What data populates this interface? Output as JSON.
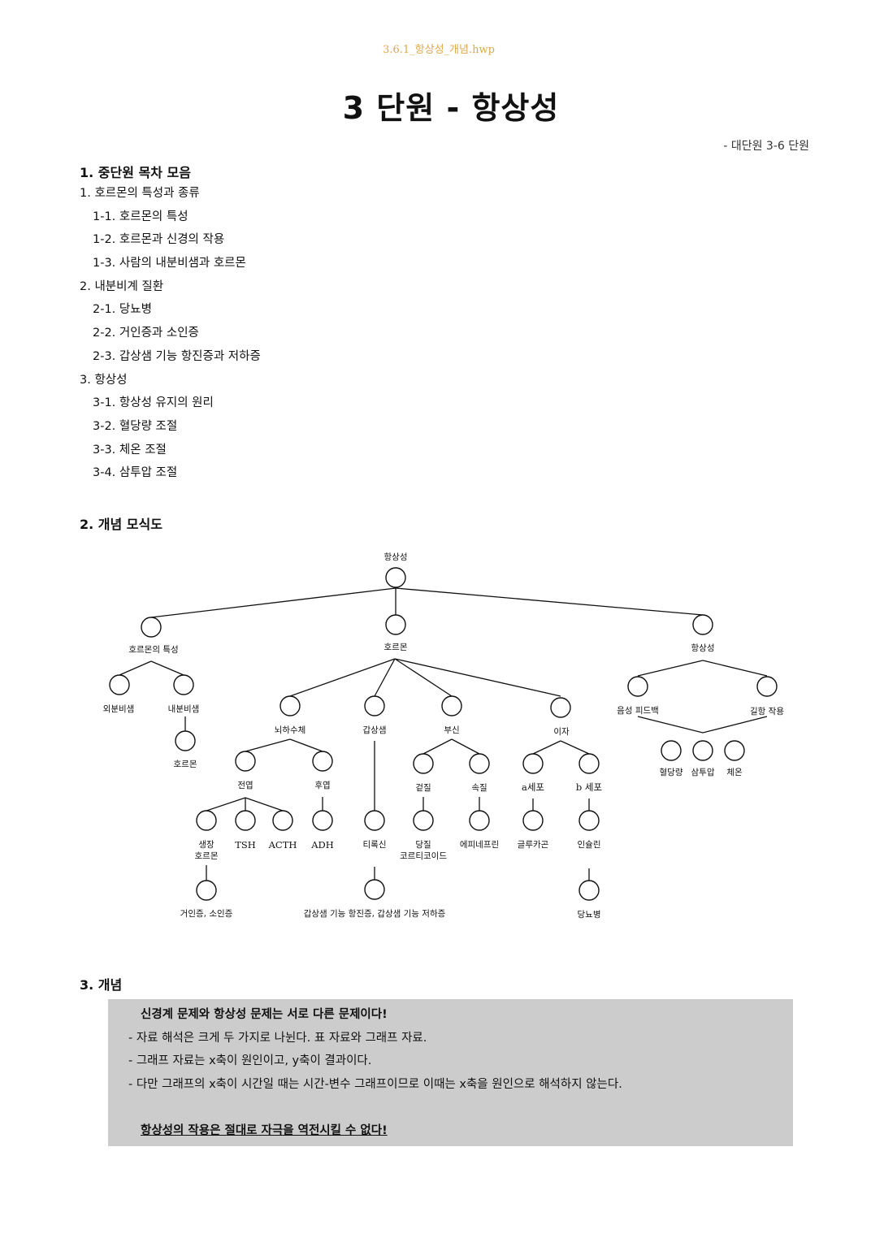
{
  "file_header": "3.6.1_항상성_개념.hwp",
  "title": "3 단원 - 항상성",
  "subtitle": "- 대단원 3-6 단원",
  "sections": {
    "toc_heading": "1. 중단원 목차 모음",
    "diagram_heading": "2. 개념 모식도",
    "concept_heading": "3. 개념"
  },
  "toc": [
    {
      "text": "1. 호르몬의 특성과 종류",
      "level": 1
    },
    {
      "text": "1-1. 호르몬의 특성",
      "level": 2
    },
    {
      "text": "1-2. 호르몬과 신경의 작용",
      "level": 2
    },
    {
      "text": "1-3. 사람의 내분비샘과 호르몬",
      "level": 2
    },
    {
      "text": "2. 내분비계 질환",
      "level": 1
    },
    {
      "text": "2-1. 당뇨병",
      "level": 2
    },
    {
      "text": "2-2. 거인증과 소인증",
      "level": 2
    },
    {
      "text": "2-3. 갑상샘 기능 항진증과 저하증",
      "level": 2
    },
    {
      "text": "3. 항상성",
      "level": 1
    },
    {
      "text": "3-1. 항상성 유지의 원리",
      "level": 2
    },
    {
      "text": "3-2. 혈당량 조절",
      "level": 2
    },
    {
      "text": "3-3. 체온 조절",
      "level": 2
    },
    {
      "text": "3-4. 삼투압 조절",
      "level": 2
    }
  ],
  "diagram": {
    "root": "항상성",
    "hormone_traits": "호르몬의 특성",
    "exocrine": "외분비샘",
    "endocrine": "내분비샘",
    "endocrine_hormone": "호르몬",
    "hormone": "호르몬",
    "pituitary": "뇌하수체",
    "anterior": "전엽",
    "posterior": "후엽",
    "growth_hormone_1": "생장",
    "growth_hormone_2": "호르몬",
    "tsh": "TSH",
    "acth": "ACTH",
    "adh": "ADH",
    "gigantism": "거인증, 소인증",
    "thyroid": "갑상샘",
    "thyroxine": "티록신",
    "thyroid_disease": "갑상샘 기능 항진증, 갑상샘 기능 저하증",
    "adrenal": "부신",
    "cortex": "겉질",
    "medulla": "속질",
    "glucocorticoid_1": "당질",
    "glucocorticoid_2": "코르티코이드",
    "epinephrine": "에피네프린",
    "pancreas": "이자",
    "alpha_cell": "a세포",
    "beta_cell": "b 세포",
    "glucagon": "글루카곤",
    "insulin": "인슐린",
    "diabetes": "당뇨병",
    "homeostasis": "항상성",
    "negative_feedback": "음성 피드백",
    "antagonism": "길항 작용",
    "blood_sugar": "혈당량",
    "osmotic_pressure": "삼투압",
    "body_temp": "체온"
  },
  "concept": {
    "emphasis": "신경계 문제와 항상성 문제는 서로 다른 문제이다!",
    "bullets": [
      "- 자료 해석은 크게 두 가지로 나뉜다. 표 자료와 그래프 자료.",
      "- 그래프 자료는 x축이 원인이고, y축이 결과이다.",
      "- 다만 그래프의 x축이 시간일 때는 시간-변수 그래프이므로 이때는 x축을 원인으로 해석하지 않는다."
    ],
    "warning": "항상성의 작용은 절대로 자극을 역전시킬 수 없다!"
  }
}
